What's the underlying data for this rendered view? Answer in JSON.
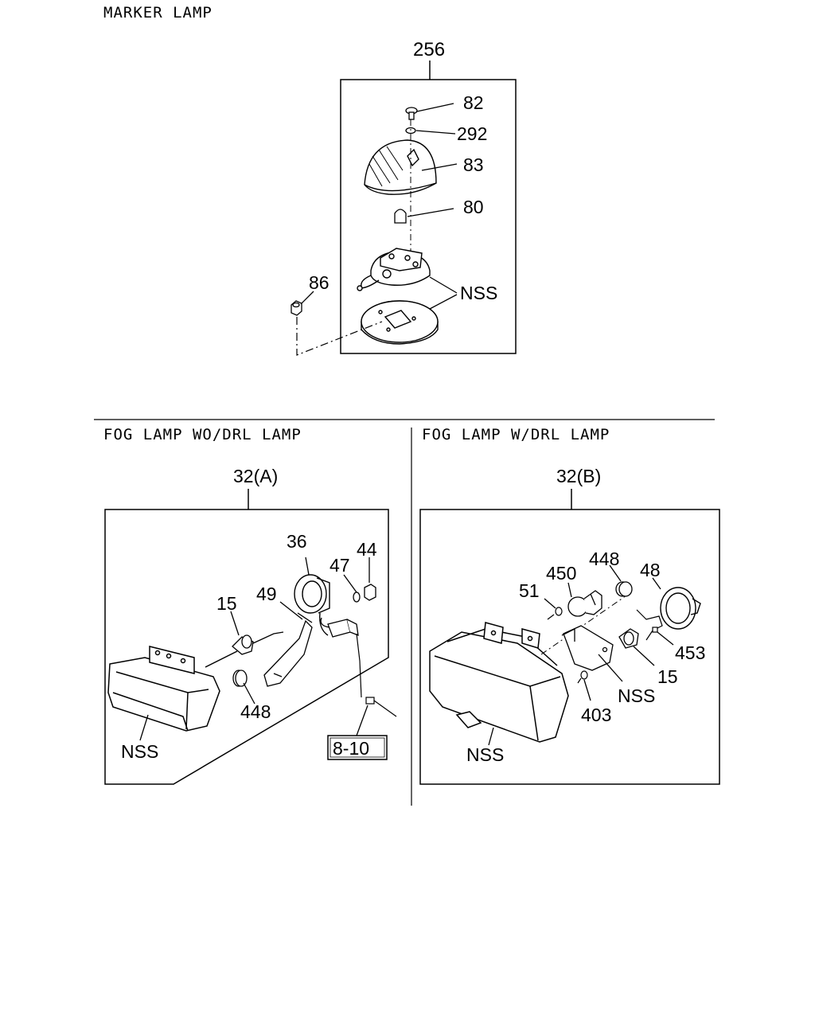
{
  "sections": {
    "marker": {
      "title": "MARKER LAMP",
      "assembly_label": "256",
      "callouts": [
        "82",
        "292",
        "83",
        "80",
        "86",
        "NSS"
      ]
    },
    "fog_wo": {
      "title": "FOG LAMP WO/DRL LAMP",
      "assembly_label": "32(A)",
      "callouts": [
        "36",
        "44",
        "47",
        "49",
        "15",
        "448",
        "NSS"
      ],
      "reference_box": "8-10"
    },
    "fog_w": {
      "title": "FOG LAMP W/DRL LAMP",
      "assembly_label": "32(B)",
      "callouts": [
        "448",
        "48",
        "450",
        "51",
        "453",
        "15",
        "NSS",
        "403",
        "NSS"
      ]
    }
  }
}
